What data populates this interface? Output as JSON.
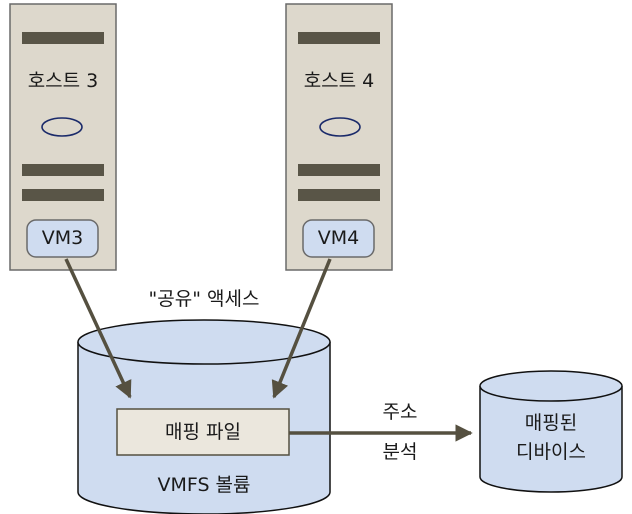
{
  "hosts": [
    {
      "label": "호스트 3",
      "vm": "VM3"
    },
    {
      "label": "호스트 4",
      "vm": "VM4"
    }
  ],
  "shared_access_label": "\"공유\" 액세스",
  "volume": {
    "label": "VMFS 볼륨",
    "mapping_file_label": "매핑 파일"
  },
  "resolve_label_line1": "주소",
  "resolve_label_line2": "분석",
  "mapped_device": {
    "line1": "매핑된",
    "line2": "디바이스"
  },
  "colors": {
    "host_fill": "#ddd8cc",
    "host_stroke": "#6a6a6a",
    "bar": "#595547",
    "vm_fill": "#cfdcf0",
    "vm_stroke": "#6a6a6a",
    "cylinder_fill": "#cfdcf0",
    "cylinder_stroke": "#111111",
    "mapping_box_fill": "#ebe7dd",
    "arrow": "#555040"
  }
}
